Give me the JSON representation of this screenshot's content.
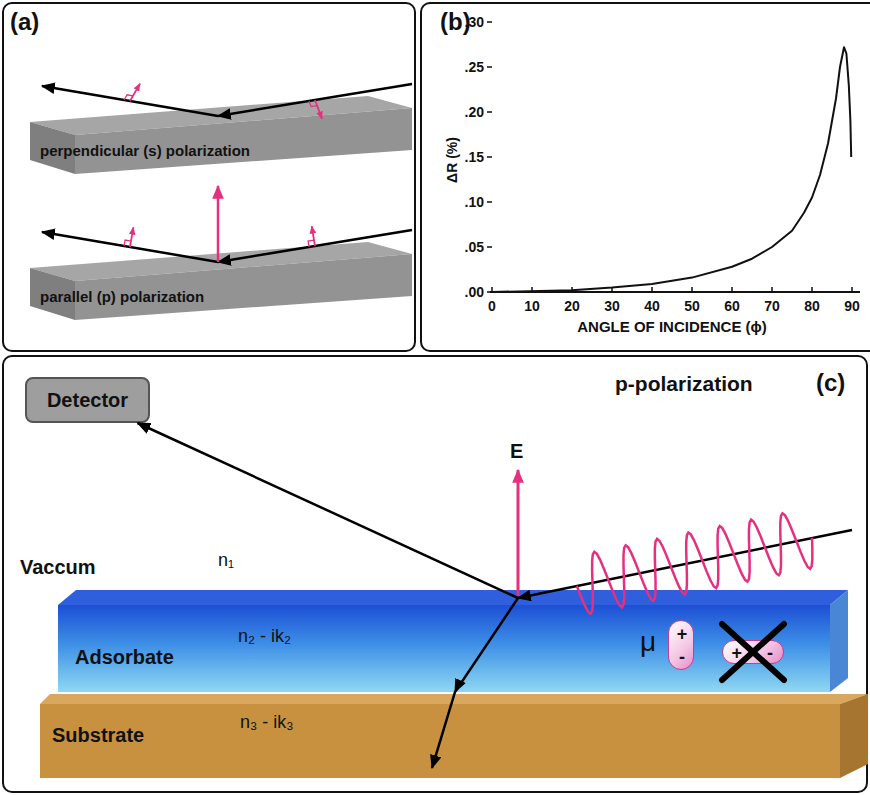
{
  "diagram": {
    "nodes": [
      {
        "text": [
          "(a)"
        ]
      },
      {
        "text": [
          "perpendicular (s) polarization"
        ],
        "in": 0
      },
      {
        "text": [
          "parallel (p) polarization"
        ],
        "in": 0
      },
      {
        "text": [
          "(b)"
        ]
      },
      {
        "text": [
          "(c)"
        ]
      },
      {
        "text": [
          "Detector"
        ],
        "in": 4
      },
      {
        "text": [
          "Adsorbate",
          "n₂ - ik₂"
        ],
        "in": 4
      },
      {
        "text": [
          "+",
          "-"
        ],
        "in": 6
      },
      {
        "text": [
          "+",
          "-"
        ],
        "in": 6
      },
      {
        "text": [
          "Substrate",
          "n₃ - ik₃"
        ],
        "in": 4
      }
    ],
    "edges": [
      {
        "from": 6,
        "to": 5,
        "arrow": "to"
      },
      {
        "from": 6,
        "to": 9,
        "arrow": "to"
      }
    ],
    "labels": [
      "ΔR (%)",
      ".30",
      ".25",
      ".20",
      ".15",
      ".10",
      ".05",
      ".00",
      "0",
      "10",
      "20",
      "30",
      "40",
      "50",
      "60",
      "70",
      "80",
      "90",
      "ANGLE OF INCIDENCE (ϕ)",
      "p-polarization",
      "E",
      "Vaccum",
      "n₁",
      "μ"
    ]
  }
}
